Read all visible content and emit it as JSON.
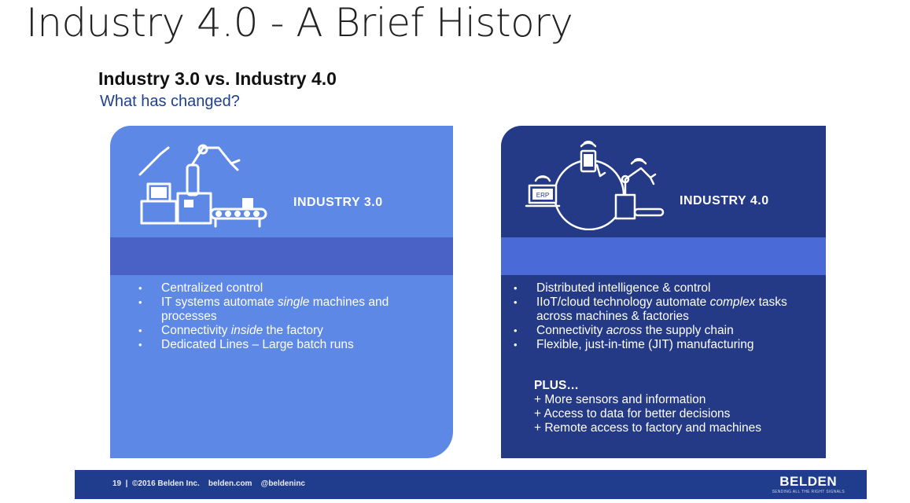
{
  "slide": {
    "title": "Industry 4.0 - A Brief History",
    "subtitle": "Industry 3.0 vs. Industry 4.0",
    "question": "What has changed?"
  },
  "left_panel": {
    "title": "INDUSTRY 3.0",
    "bullets": [
      {
        "pre": "Centralized control",
        "em": "",
        "post": ""
      },
      {
        "pre": "IT systems automate ",
        "em": "single",
        "post": " machines and processes"
      },
      {
        "pre": "Connectivity ",
        "em": "inside",
        "post": " the factory"
      },
      {
        "pre": "Dedicated Lines – Large batch runs",
        "em": "",
        "post": ""
      }
    ]
  },
  "right_panel": {
    "title": "INDUSTRY 4.0",
    "erp_label": "ERP",
    "bullets": [
      {
        "pre": "Distributed intelligence & control",
        "em": "",
        "post": ""
      },
      {
        "pre": "IIoT/cloud technology automate ",
        "em": "complex",
        "post": " tasks across machines & factories"
      },
      {
        "pre": "Connectivity ",
        "em": "across",
        "post": " the supply chain"
      },
      {
        "pre": "Flexible, just-in-time (JIT) manufacturing",
        "em": "",
        "post": ""
      }
    ],
    "plus": {
      "title": "PLUS…",
      "items": [
        "+ More sensors and information",
        "+ Access to data for better decisions",
        "+ Remote access to factory and machines"
      ]
    }
  },
  "footer": {
    "text": "19  |  ©2016 Belden Inc.    belden.com    @beldeninc",
    "logo": "BELDEN",
    "tagline": "SENDING ALL THE RIGHT SIGNALS"
  },
  "colors": {
    "left_panel": "#5e88e6",
    "right_panel": "#243a86",
    "footer": "#203c8c"
  }
}
